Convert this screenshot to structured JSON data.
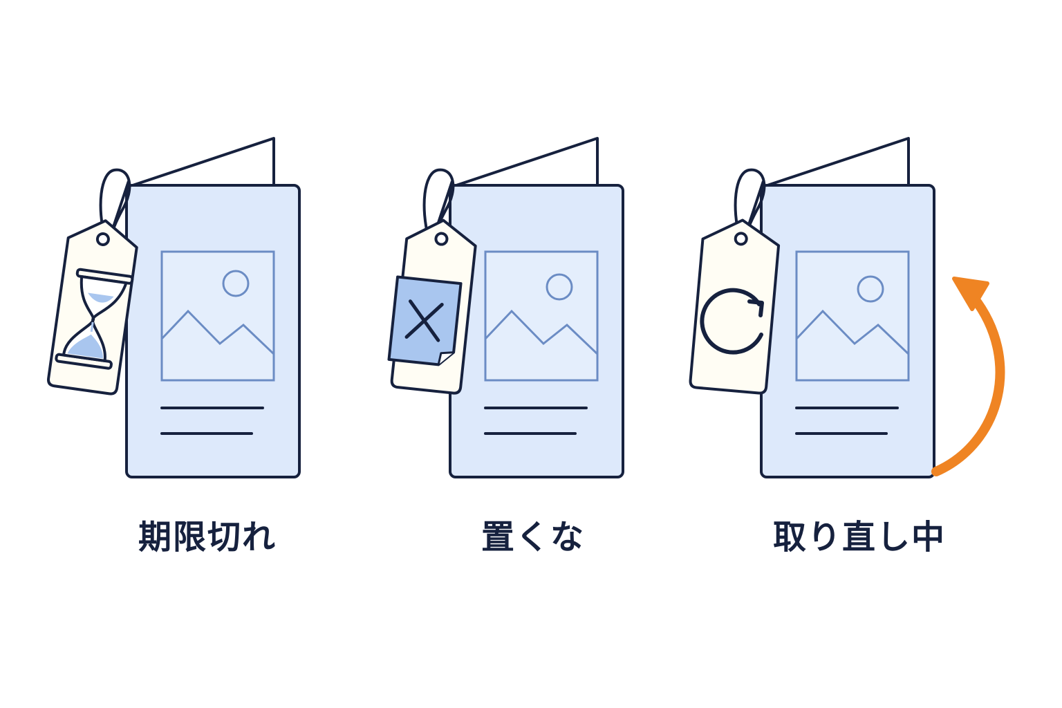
{
  "colors": {
    "stroke": "#16213e",
    "page_fill": "#dde9fb",
    "image_stroke": "#6b8cc4",
    "tag_fill": "#fffdf4",
    "sand": "#a9c6ef",
    "arrow": "#ef8423",
    "background": "#ffffff"
  },
  "panels": [
    {
      "caption": "期限切れ",
      "tag_icon": "hourglass-icon"
    },
    {
      "caption": "置くな",
      "tag_icon": "x-mark-icon"
    },
    {
      "caption": "取り直し中",
      "tag_icon": "refresh-icon",
      "side_arrow": "curved-arrow-icon"
    }
  ]
}
